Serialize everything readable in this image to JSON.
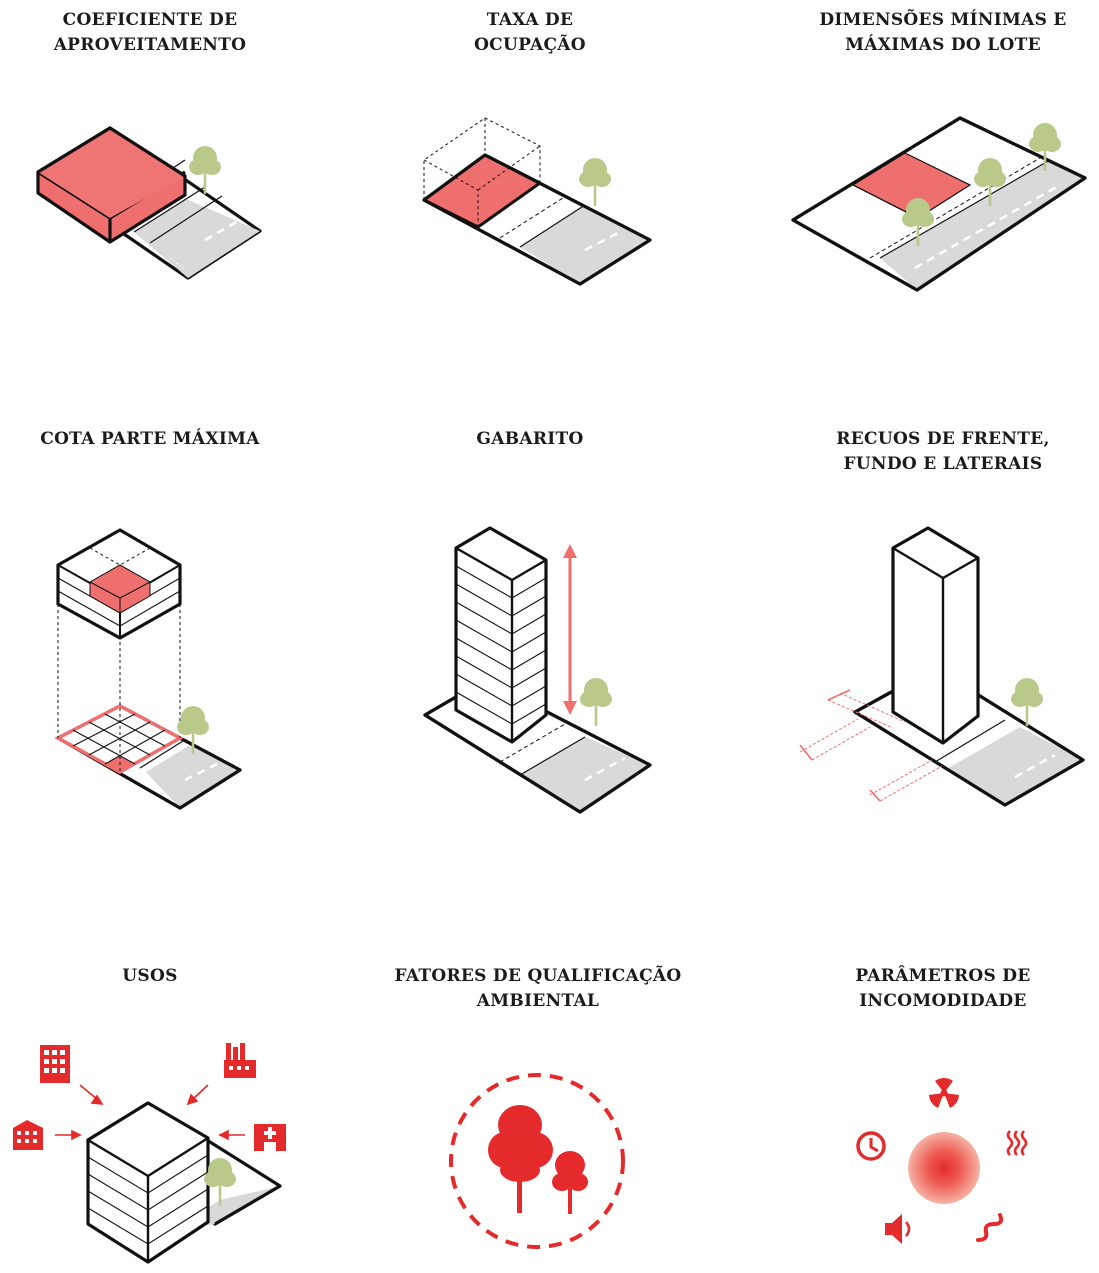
{
  "panels": [
    {
      "title": [
        "COEFICIENTE DE",
        "APROVEITAMENTO"
      ]
    },
    {
      "title": [
        "TAXA DE",
        "OCUPAÇÃO"
      ]
    },
    {
      "title": [
        "DIMENSÕES MÍNIMAS E",
        "MÁXIMAS DO LOTE"
      ]
    },
    {
      "title": [
        "COTA PARTE MÁXIMA"
      ]
    },
    {
      "title": [
        "GABARITO"
      ]
    },
    {
      "title": [
        "RECUOS DE FRENTE,",
        "FUNDO E LATERAIS"
      ]
    },
    {
      "title": [
        "USOS"
      ]
    },
    {
      "title": [
        "FATORES DE QUALIFICAÇÃO",
        "AMBIENTAL"
      ]
    },
    {
      "title": [
        "PARÂMETROS DE",
        "INCOMODIDADE"
      ]
    }
  ],
  "colors": {
    "accent": "#e42a2a",
    "fill": "#ef6f6f",
    "tree": "#b8c98a",
    "road": "#d9d9d9",
    "ink": "#111111"
  },
  "icons": {
    "usos": [
      "building-icon",
      "factory-icon",
      "apartment-icon",
      "hospital-icon"
    ],
    "incomodidade": [
      "radiation-icon",
      "clock-icon",
      "heat-icon",
      "sound-icon",
      "odor-icon",
      "source-circle-icon"
    ]
  }
}
